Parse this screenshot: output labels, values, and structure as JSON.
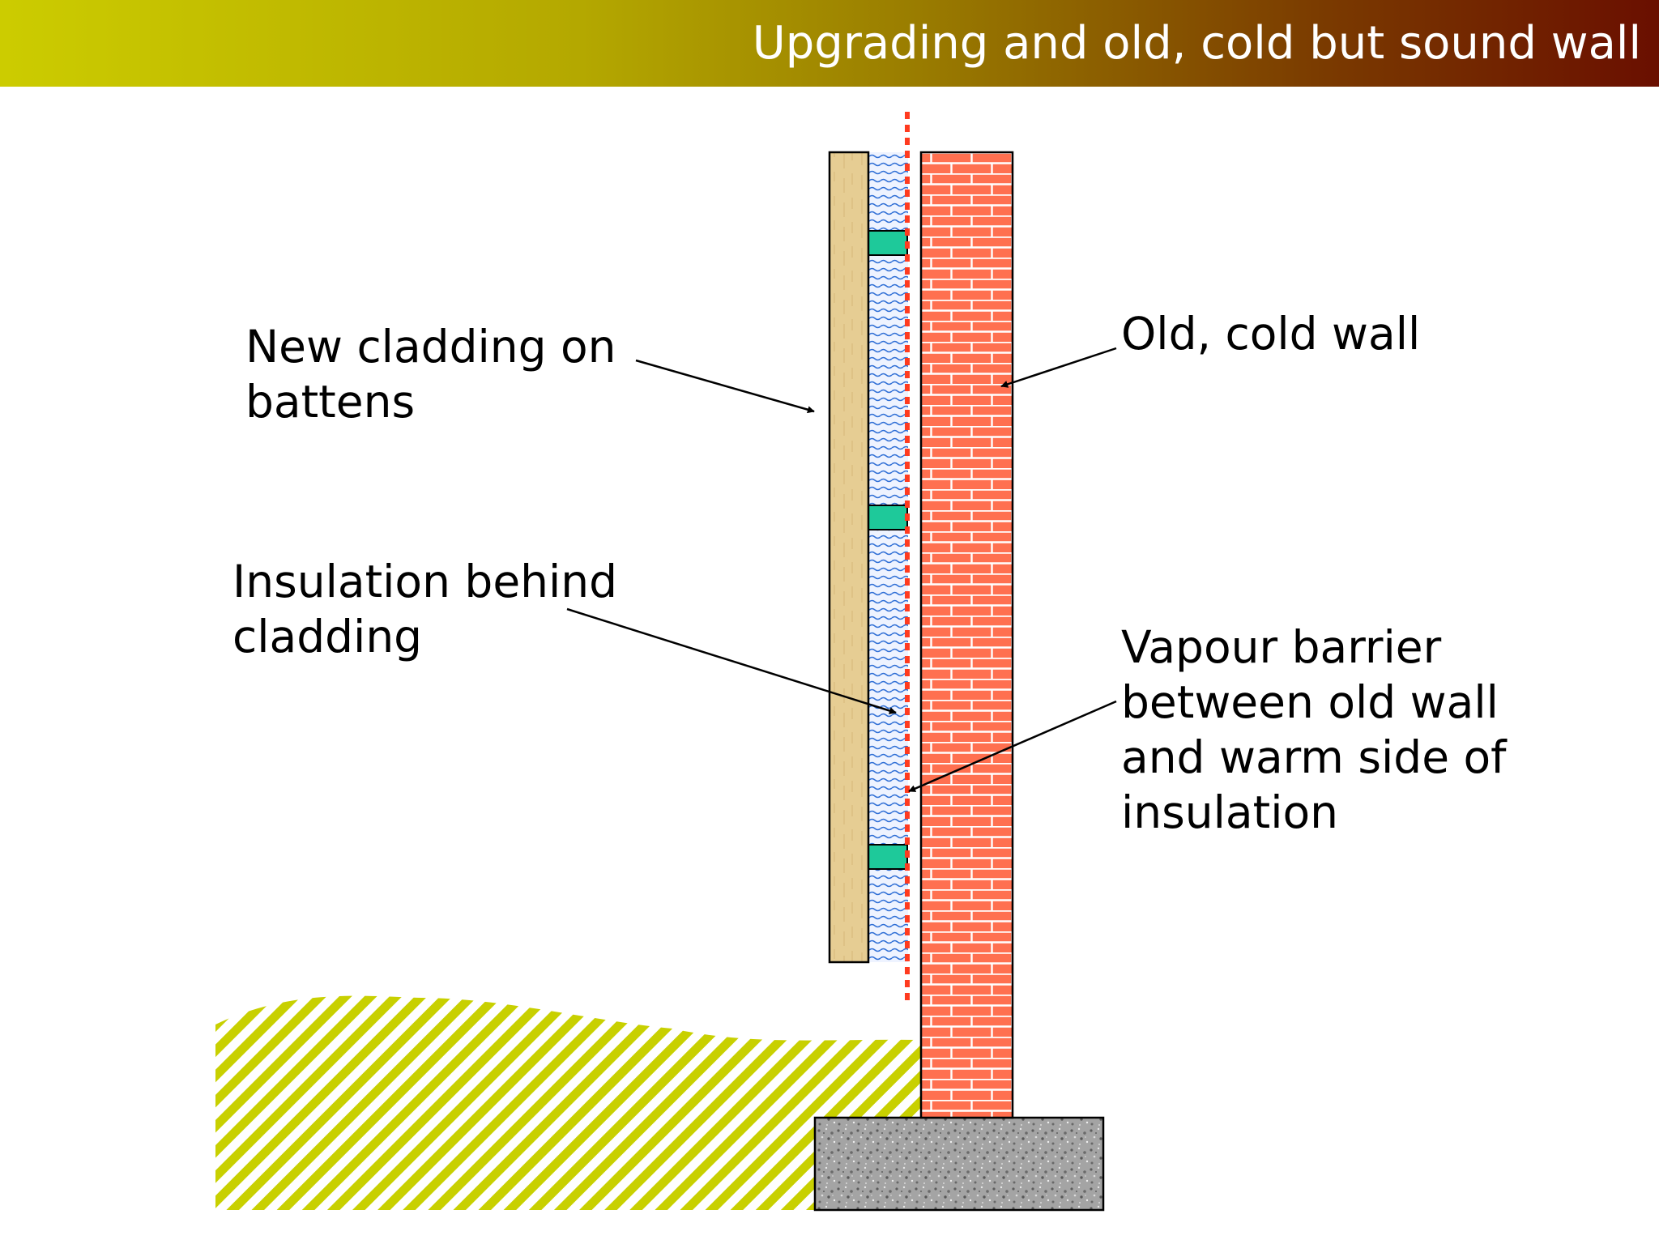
{
  "header": {
    "title": "Upgrading and old, cold but sound wall",
    "gradient_colors": [
      "#cccc00",
      "#9a7d00",
      "#6a0f00"
    ]
  },
  "labels": {
    "cladding": {
      "line1": "New cladding on",
      "line2": "battens"
    },
    "insulation": {
      "line1": "Insulation behind",
      "line2": "cladding"
    },
    "old_wall": {
      "line1": "Old, cold wall"
    },
    "vapour_barrier": {
      "line1": "Vapour barrier",
      "line2": "between old wall",
      "line3": "and warm side of",
      "line4": "insulation"
    }
  },
  "colors": {
    "cladding": "#e8cf97",
    "insulation_dash": "#2f6fd6",
    "batten": "#1ec99a",
    "vapour_barrier": "#ff3b1f",
    "brick_fill": "#ff7050",
    "brick_mortar": "#ffffff",
    "ground_hatch": "#c8d000",
    "foundation": "#9a9a9a"
  }
}
